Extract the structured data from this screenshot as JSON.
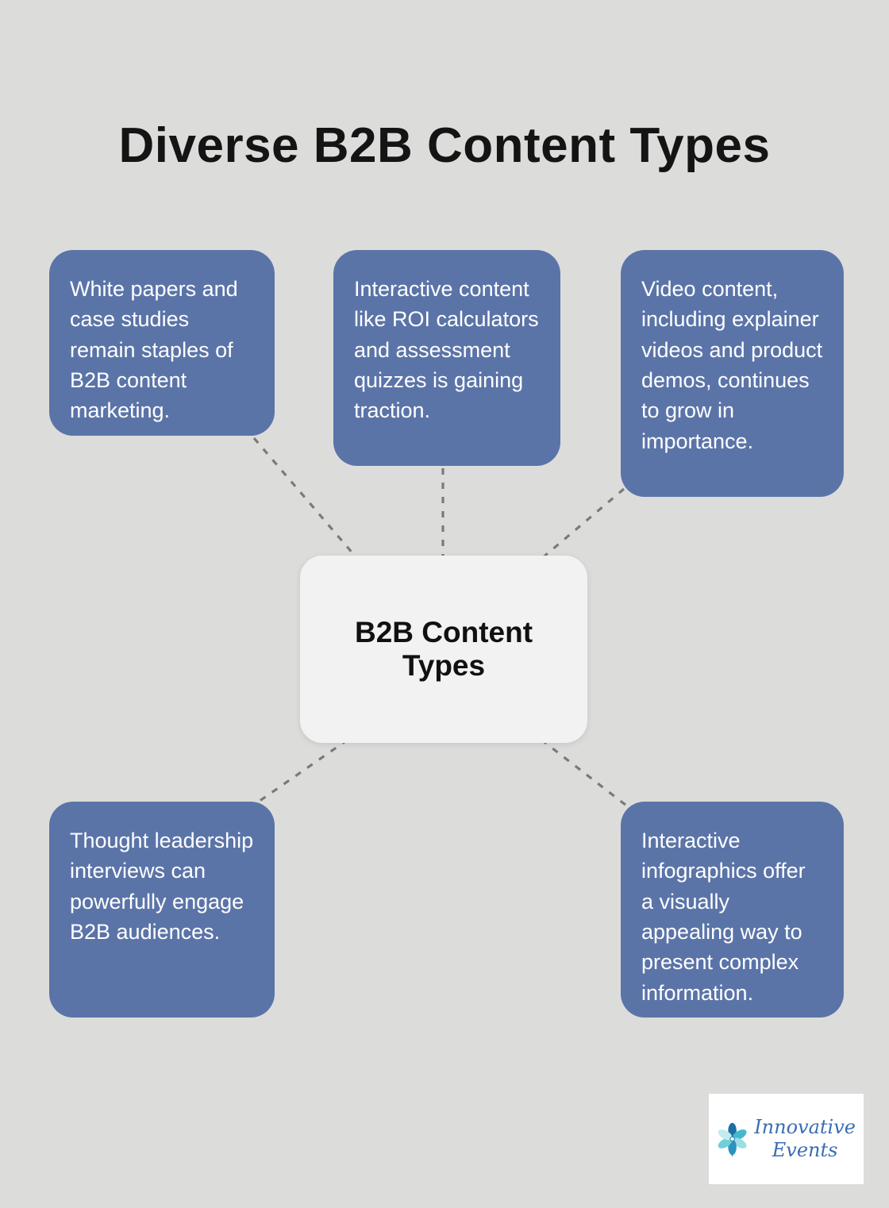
{
  "title": "Diverse B2B Content Types",
  "center": {
    "label": "B2B Content Types"
  },
  "nodes": [
    {
      "id": "white-papers",
      "text": "White papers and case studies remain staples of B2B content marketing."
    },
    {
      "id": "interactive-content",
      "text": "Interactive content like ROI calculators and assessment quizzes is gaining traction."
    },
    {
      "id": "video-content",
      "text": "Video content, including explainer videos and product demos, continues to grow in importance."
    },
    {
      "id": "thought-leadership",
      "text": "Thought leadership interviews can powerfully engage B2B audiences."
    },
    {
      "id": "interactive-infographics",
      "text": "Interactive infographics offer a visually appealing way to present complex information."
    }
  ],
  "logo": {
    "line1": "Innovative",
    "line2": "Events"
  },
  "colors": {
    "background": "#dcdddb",
    "node_fill": "#5b74a8",
    "node_text": "#ffffff",
    "center_fill": "#f1f2f1",
    "title_text": "#141414",
    "connector": "#7a7a7a",
    "logo_text": "#3a6db3",
    "logo_petals": [
      "#1d6fa3",
      "#2b93bf",
      "#45b8d0",
      "#6fd0da",
      "#9adfe3",
      "#c2ecef"
    ]
  }
}
